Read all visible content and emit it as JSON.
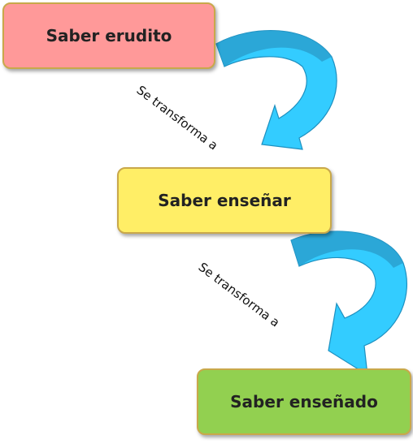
{
  "diagram": {
    "nodes": [
      {
        "label": "Saber erudito",
        "color": "#ff9999"
      },
      {
        "label": "Saber enseñar",
        "color": "#ffee66"
      },
      {
        "label": "Saber enseñado",
        "color": "#92d050"
      }
    ],
    "edges": [
      {
        "label": "Se transforma a"
      },
      {
        "label": "Se transforma a"
      }
    ],
    "arrow_color": "#33ccff",
    "arrow_shade": "#2aa0d0"
  }
}
